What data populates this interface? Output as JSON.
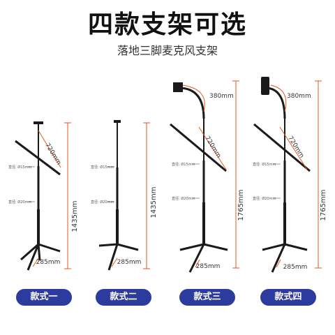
{
  "header": {
    "title": "四款支架可选",
    "subtitle": "落地三脚麦克风支架"
  },
  "stands": [
    {
      "name": "款式一",
      "height": "1435mm",
      "boom": "720mm",
      "base": "285mm",
      "d15": "直径: Ø15mm",
      "d20": "直径: Ø20mm"
    },
    {
      "name": "款式二",
      "height": "1435mm",
      "base": "285mm",
      "d15": "直径: Ø15mm",
      "d20": "直径: Ø20mm"
    },
    {
      "name": "款式三",
      "height": "1765mm",
      "boom": "720mm",
      "goose": "380mm",
      "base": "285mm",
      "d15": "直径: Ø15mm",
      "d20": "直径: Ø20mm"
    },
    {
      "name": "款式四",
      "height": "1765mm",
      "boom": "720mm",
      "goose": "380mm",
      "base": "285mm",
      "d15": "直径: Ø15mm",
      "d20": "直径: Ø20mm"
    }
  ],
  "colors": {
    "dimension": "#e8541c",
    "pill": "#2d3a9e",
    "stand": "#1a1a1a"
  }
}
